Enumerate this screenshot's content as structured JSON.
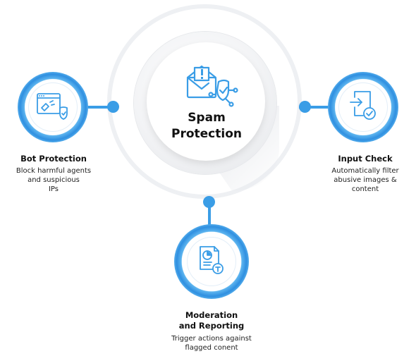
{
  "center": {
    "title_line1": "Spam",
    "title_line2": "Protection",
    "icon": "envelope-shield-icon"
  },
  "nodes": {
    "bot": {
      "title": "Bot Protection",
      "desc_lines": [
        "Block harmful agents",
        "and suspicious",
        "IPs"
      ],
      "icon": "browser-bot-shield-icon"
    },
    "input": {
      "title": "Input Check",
      "desc_lines": [
        "Automatically filter",
        "abusive images &",
        "content"
      ],
      "icon": "input-check-icon"
    },
    "moderation": {
      "title_lines": [
        "Moderation",
        "and Reporting"
      ],
      "desc_lines": [
        "Trigger actions against",
        "flagged conent"
      ],
      "icon": "report-document-icon"
    }
  },
  "colors": {
    "accent": "#3a9de6",
    "ring_dark": "#2f8fe0",
    "ring_light": "#5fb6f0",
    "hub_ring": "#eef0f3"
  }
}
